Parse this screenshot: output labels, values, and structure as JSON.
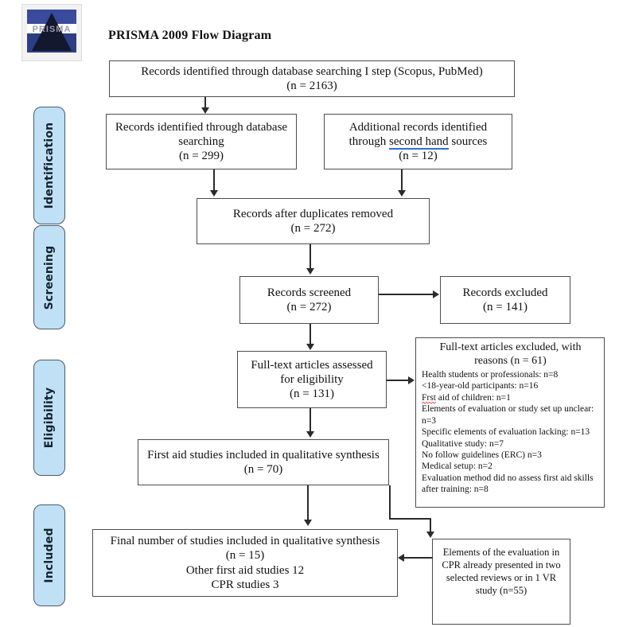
{
  "page": {
    "title": "PRISMA 2009 Flow Diagram",
    "logo_word": "PRISMA",
    "accent_stage_fill": "#bfe0f5",
    "accent_stage_border": "#4a5b6b",
    "box_border": "#4d4d4d",
    "spellcheck_blue": "#2f6fd0",
    "spellcheck_red": "#d42a2a",
    "background": "#ffffff"
  },
  "stages": [
    {
      "id": "identification",
      "label": "Identification"
    },
    {
      "id": "screening",
      "label": "Screening"
    },
    {
      "id": "eligibility",
      "label": "Eligibility"
    },
    {
      "id": "included",
      "label": "Included"
    }
  ],
  "boxes": {
    "db_i_step": {
      "line1": "Records identified through database searching I step (Scopus, PubMed)",
      "line2": "(n = 2163)",
      "n": 2163
    },
    "db_searching": {
      "line1": "Records identified through database",
      "line2": "searching",
      "line3": "(n = 299)",
      "n": 299
    },
    "additional_records": {
      "line1": "Additional records identified",
      "line2_pre": "through ",
      "line2_flag": "second hand",
      "line2_post": " sources",
      "line3": "(n = 12)",
      "n": 12
    },
    "duplicates_removed": {
      "line1": "Records after duplicates removed",
      "line2": "(n = 272)",
      "n": 272
    },
    "records_screened": {
      "line1": "Records screened",
      "line2": "(n = 272)",
      "n": 272
    },
    "records_excluded": {
      "line1": "Records excluded",
      "line2": "(n = 141)",
      "n": 141
    },
    "fulltext_assessed": {
      "line1": "Full-text articles assessed",
      "line2": "for eligibility",
      "line3": "(n = 131)",
      "n": 131
    },
    "fulltext_excluded": {
      "heading_line1": "Full-text articles excluded, with",
      "heading_line2": "reasons (n = 61)",
      "n": 61,
      "reasons": [
        {
          "text": "Health students or professionals: n=8",
          "n": 8
        },
        {
          "text": "<18-year-old participants: n=16",
          "n": 16
        },
        {
          "flag": "Frst",
          "text": " aid of children: n=1",
          "n": 1
        },
        {
          "text": "Elements of evaluation or study set up unclear: n=3",
          "n": 3
        },
        {
          "text": "Specific elements of evaluation lacking: n=13",
          "n": 13
        },
        {
          "text": "Qualitative study: n=7",
          "n": 7
        },
        {
          "text": "No follow guidelines (ERC) n=3",
          "n": 3
        },
        {
          "text": "Medical setup: n=2",
          "n": 2
        },
        {
          "text": "Evaluation method did no assess first aid skills after training: n=8",
          "n": 8
        }
      ]
    },
    "firstaid_included": {
      "line1": "First aid studies included in qualitative synthesis",
      "line2": "(n = 70)",
      "n": 70
    },
    "final_included": {
      "line1": "Final number of studies included in qualitative synthesis",
      "line2": "(n = 15)",
      "line3": "Other first aid studies 12",
      "line4": "CPR studies 3",
      "n": 15
    },
    "cpr_excluded": {
      "line1": "Elements of the evaluation in",
      "line2": "CPR already presented in two",
      "line3": "selected reviews or in 1 VR",
      "line4": "study (n=55)",
      "n": 55
    }
  }
}
